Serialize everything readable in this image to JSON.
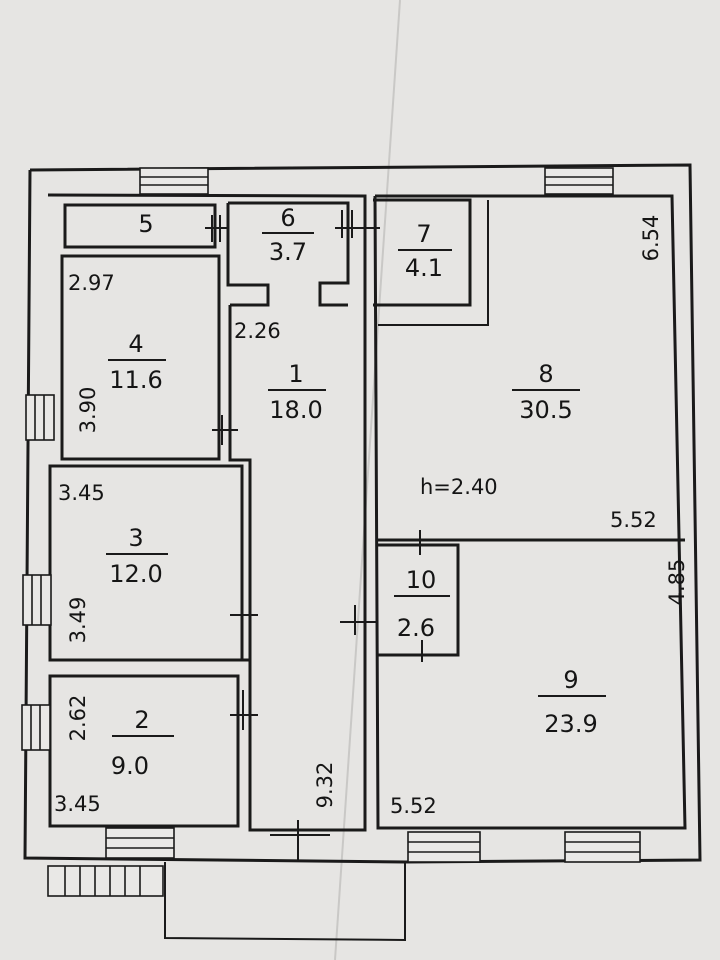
{
  "floor_plan": {
    "ceiling_height": "h=2.40",
    "rooms": [
      {
        "id": "1",
        "number": "1",
        "area": "18.0"
      },
      {
        "id": "2",
        "number": "2",
        "area": "9.0"
      },
      {
        "id": "3",
        "number": "3",
        "area": "12.0"
      },
      {
        "id": "4",
        "number": "4",
        "area": "11.6"
      },
      {
        "id": "5",
        "number": "5",
        "area": ""
      },
      {
        "id": "6",
        "number": "6",
        "area": "3.7"
      },
      {
        "id": "7",
        "number": "7",
        "area": "4.1"
      },
      {
        "id": "8",
        "number": "8",
        "area": "30.5"
      },
      {
        "id": "9",
        "number": "9",
        "area": "23.9"
      },
      {
        "id": "10",
        "number": "10",
        "area": "2.6"
      }
    ],
    "dimensions": {
      "room4_width": "2.97",
      "room4_length": "3.90",
      "room1_width": "2.26",
      "room1_length": "9.32",
      "room3_width": "3.45",
      "room3_length": "3.49",
      "room2_length": "2.62",
      "room2_width": "3.45",
      "room8_length": "6.54",
      "room8_width": "5.52",
      "room9_length": "4.85",
      "room9_width": "5.52"
    }
  }
}
